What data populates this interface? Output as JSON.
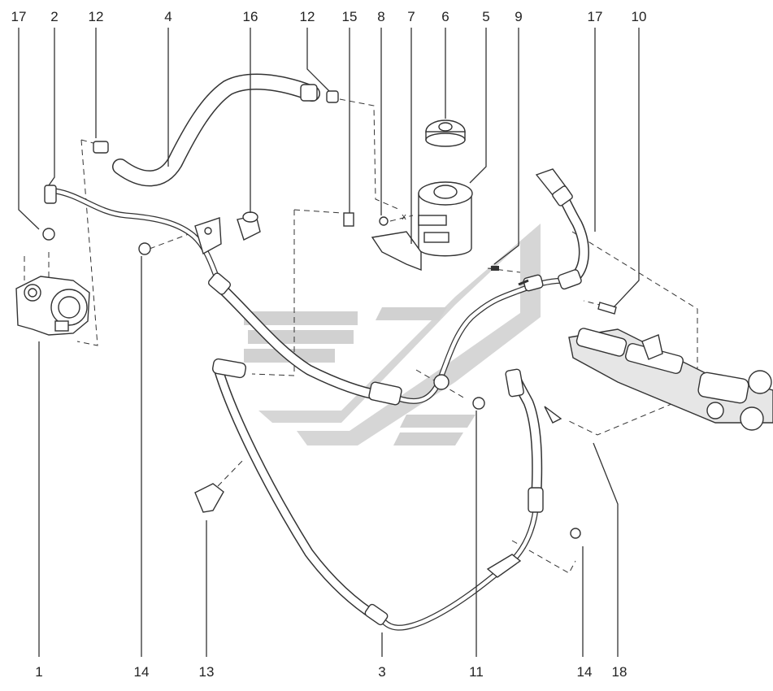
{
  "diagram": {
    "callouts": [
      {
        "id": "c17a",
        "label": "17"
      },
      {
        "id": "c2",
        "label": "2"
      },
      {
        "id": "c12a",
        "label": "12"
      },
      {
        "id": "c4",
        "label": "4"
      },
      {
        "id": "c16",
        "label": "16"
      },
      {
        "id": "c12b",
        "label": "12"
      },
      {
        "id": "c15",
        "label": "15"
      },
      {
        "id": "c8",
        "label": "8"
      },
      {
        "id": "c7",
        "label": "7"
      },
      {
        "id": "c6",
        "label": "6"
      },
      {
        "id": "c5",
        "label": "5"
      },
      {
        "id": "c9",
        "label": "9"
      },
      {
        "id": "c17b",
        "label": "17"
      },
      {
        "id": "c10",
        "label": "10"
      },
      {
        "id": "c1",
        "label": "1"
      },
      {
        "id": "c14a",
        "label": "14"
      },
      {
        "id": "c13",
        "label": "13"
      },
      {
        "id": "c3",
        "label": "3"
      },
      {
        "id": "c11",
        "label": "11"
      },
      {
        "id": "c14b",
        "label": "14"
      },
      {
        "id": "c18",
        "label": "18"
      }
    ],
    "reservoir_mark": "x",
    "colors": {
      "line": "#333333",
      "watermark": "#c9c9c9",
      "background": "#ffffff"
    }
  }
}
